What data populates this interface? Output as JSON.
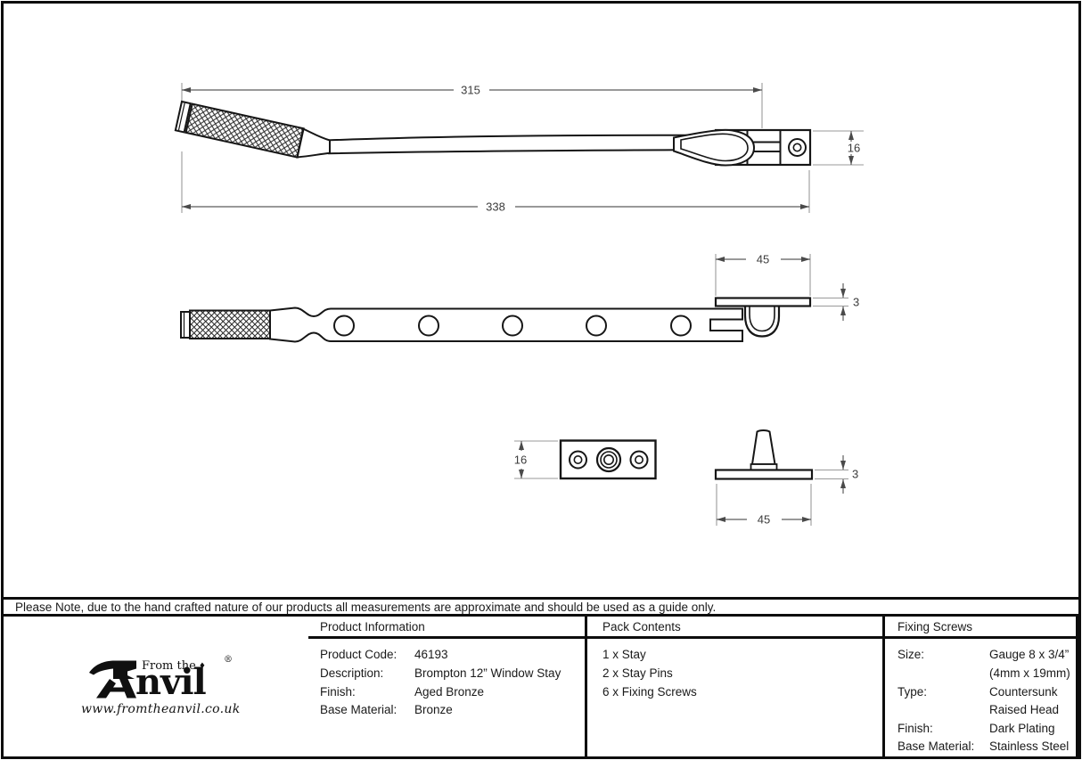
{
  "note": {
    "text": "Please Note, due to the hand crafted nature of our products all measurements are approximate and should be used as a guide only."
  },
  "table": {
    "product_information": {
      "header": "Product Information",
      "rows": [
        {
          "label": "Product Code:",
          "value": "46193"
        },
        {
          "label": "Description:",
          "value": "Brompton 12” Window Stay"
        },
        {
          "label": "Finish:",
          "value": "Aged Bronze"
        },
        {
          "label": "Base Material:",
          "value": "Bronze"
        }
      ]
    },
    "pack_contents": {
      "header": "Pack Contents",
      "items": [
        "1 x Stay",
        "2 x Stay Pins",
        "6 x Fixing Screws"
      ]
    },
    "fixing_screws": {
      "header": "Fixing Screws",
      "rows": [
        {
          "label": "Size:",
          "value": "Gauge 8 x 3/4” (4mm x 19mm)"
        },
        {
          "label": "Type:",
          "value": "Countersunk Raised Head"
        },
        {
          "label": "Finish:",
          "value": "Dark Plating"
        },
        {
          "label": "Base Material:",
          "value": "Stainless Steel"
        }
      ]
    },
    "logo": {
      "from_the": "From the",
      "diamond": "♦",
      "brand_suffix": "nvil",
      "registered": "®",
      "url": "www.fromtheanvil.co.uk"
    }
  },
  "drawings": {
    "side_view": {
      "dim_to_pivot": "315",
      "dim_overall": "338",
      "dim_bracket_height": "16"
    },
    "plan_view": {
      "dim_plate_length": "45",
      "dim_plate_thickness": "3"
    },
    "keep_plate": {
      "dim_height": "16"
    },
    "stay_pin": {
      "dim_base_length": "45",
      "dim_base_thickness": "3"
    }
  }
}
